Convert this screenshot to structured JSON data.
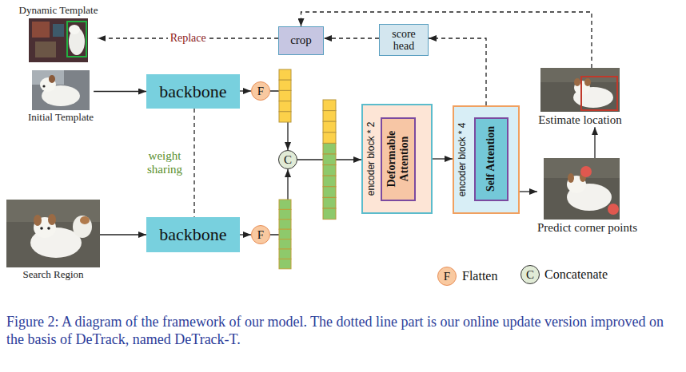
{
  "diagram": {
    "caption": "Figure 2: A diagram of the framework of our model. The dotted line part is our online update version improved on the basis of DeTrack, named DeTrack-T.",
    "nodes": [
      {
        "text": [
          "Dynamic Template"
        ]
      },
      {
        "text": [
          "crop"
        ]
      },
      {
        "text": [
          "score head"
        ]
      },
      {
        "text": [
          "Initial Template"
        ]
      },
      {
        "text": [
          "backbone"
        ]
      },
      {
        "text": [
          "F"
        ]
      },
      {
        "text": [
          "C"
        ]
      },
      {
        "text": [
          "encoder block * 2"
        ]
      },
      {
        "text": [
          "Deformable Attention"
        ],
        "in": 7
      },
      {
        "text": [
          "encoder block * 4"
        ]
      },
      {
        "text": [
          "Self Attention"
        ],
        "in": 9
      },
      {
        "text": [
          "Estimate location"
        ]
      },
      {
        "text": [
          "Predict corner points"
        ]
      },
      {
        "text": [
          "Search Region"
        ]
      },
      {
        "text": [
          "backbone"
        ]
      },
      {
        "text": [
          "F"
        ]
      }
    ],
    "edges": [
      {
        "from": 3,
        "to": 4,
        "arrow": "to"
      },
      {
        "from": 4,
        "to": 5,
        "arrow": "to"
      },
      {
        "from": 5,
        "to": 6,
        "arrow": "to"
      },
      {
        "from": 13,
        "to": 14,
        "arrow": "to"
      },
      {
        "from": 14,
        "to": 15,
        "arrow": "to"
      },
      {
        "from": 15,
        "to": 6,
        "arrow": "to"
      },
      {
        "from": 6,
        "to": 7,
        "arrow": "to"
      },
      {
        "from": 7,
        "to": 9,
        "arrow": "to"
      },
      {
        "from": 9,
        "to": 12,
        "arrow": "to"
      },
      {
        "from": 12,
        "to": 11,
        "arrow": "to"
      },
      {
        "from": 11,
        "to": 1,
        "arrow": "to"
      },
      {
        "from": 9,
        "to": 2,
        "arrow": "to"
      },
      {
        "from": 2,
        "to": 1,
        "arrow": "to"
      },
      {
        "from": 1,
        "to": 0,
        "arrow": "to",
        "label": "Replace"
      },
      {
        "from": 4,
        "to": 14,
        "arrow": "none",
        "label": "weight sharing"
      }
    ],
    "labels": [
      "F",
      "C"
    ],
    "legend": [
      {
        "text": "Flatten"
      },
      {
        "text": "Concatenate"
      }
    ]
  }
}
